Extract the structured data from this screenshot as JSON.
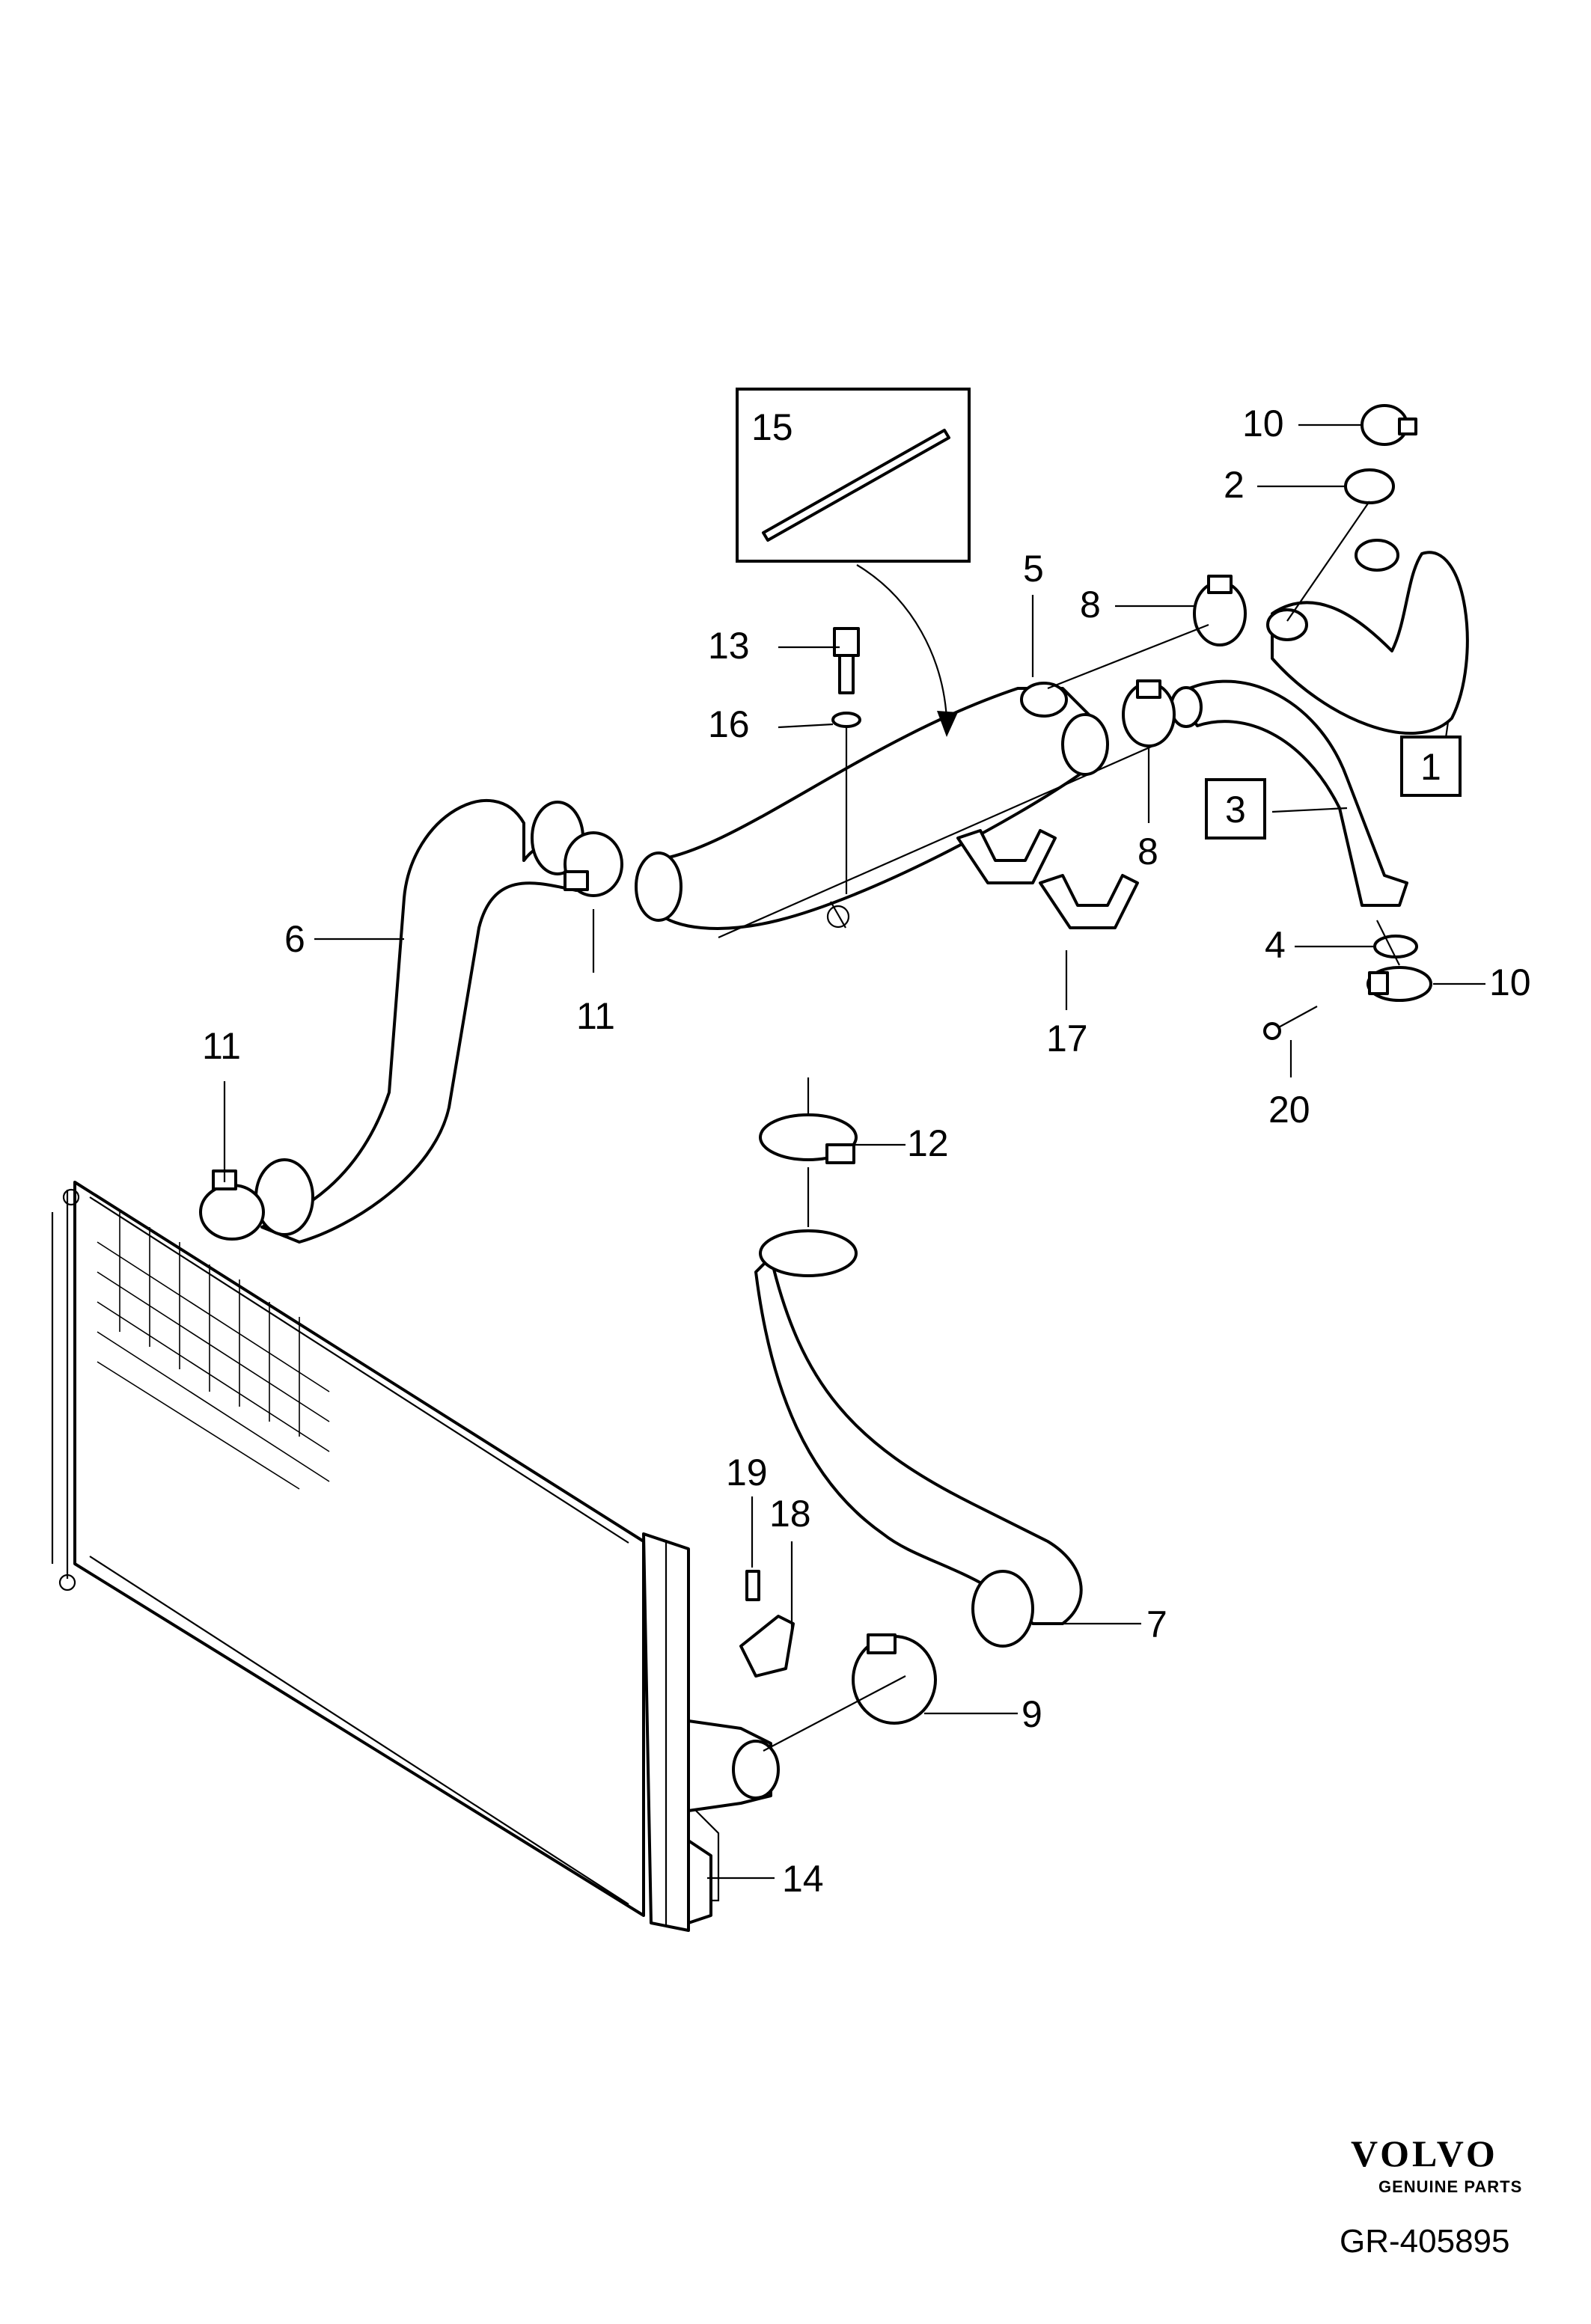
{
  "diagram": {
    "callouts": [
      {
        "id": "c1",
        "label": "1",
        "boxed": true
      },
      {
        "id": "c2",
        "label": "2",
        "boxed": false
      },
      {
        "id": "c3",
        "label": "3",
        "boxed": true
      },
      {
        "id": "c4",
        "label": "4",
        "boxed": false
      },
      {
        "id": "c5",
        "label": "5",
        "boxed": false
      },
      {
        "id": "c6",
        "label": "6",
        "boxed": false
      },
      {
        "id": "c7",
        "label": "7",
        "boxed": false
      },
      {
        "id": "c8a",
        "label": "8",
        "boxed": false
      },
      {
        "id": "c8b",
        "label": "8",
        "boxed": false
      },
      {
        "id": "c9",
        "label": "9",
        "boxed": false
      },
      {
        "id": "c10a",
        "label": "10",
        "boxed": false
      },
      {
        "id": "c10b",
        "label": "10",
        "boxed": false
      },
      {
        "id": "c11a",
        "label": "11",
        "boxed": false
      },
      {
        "id": "c11b",
        "label": "11",
        "boxed": false
      },
      {
        "id": "c12",
        "label": "12",
        "boxed": false
      },
      {
        "id": "c13",
        "label": "13",
        "boxed": false
      },
      {
        "id": "c14",
        "label": "14",
        "boxed": false
      },
      {
        "id": "c15",
        "label": "15",
        "boxed": true
      },
      {
        "id": "c16",
        "label": "16",
        "boxed": false
      },
      {
        "id": "c17",
        "label": "17",
        "boxed": false
      },
      {
        "id": "c18",
        "label": "18",
        "boxed": false
      },
      {
        "id": "c19",
        "label": "19",
        "boxed": false
      },
      {
        "id": "c20",
        "label": "20",
        "boxed": false
      }
    ]
  },
  "footer": {
    "brand": "VOLVO",
    "tagline": "GENUINE PARTS",
    "reference": "GR-405895"
  }
}
